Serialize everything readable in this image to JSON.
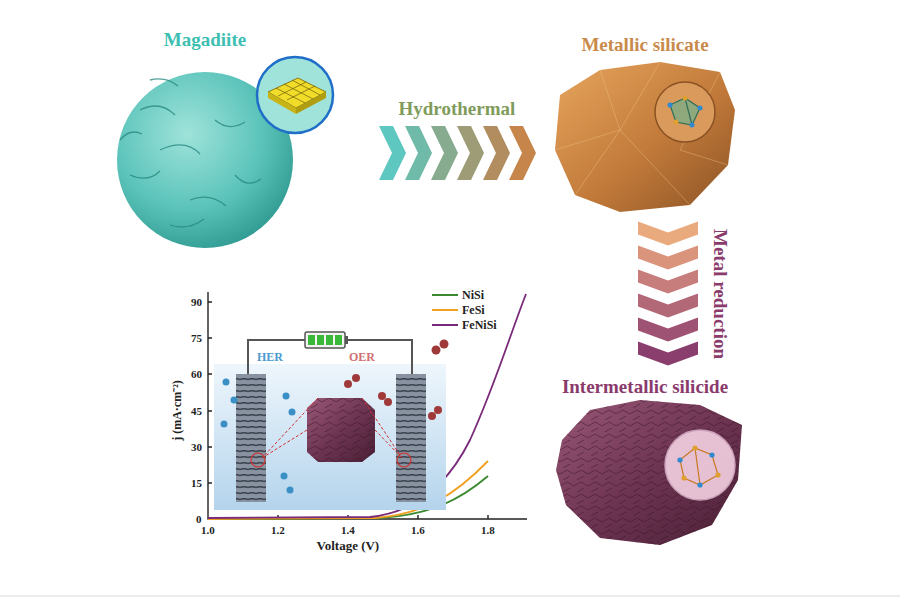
{
  "diagram": {
    "nodes": [
      {
        "text": [
          "Magadiite"
        ]
      },
      {
        "text": [
          "Metallic silicate"
        ]
      },
      {
        "text": [
          "Intermetallic silicide"
        ]
      }
    ],
    "edges": [
      {
        "from": 0,
        "to": 1,
        "arrow": "to",
        "label": "Hydrothermal"
      },
      {
        "from": 1,
        "to": 2,
        "arrow": "to",
        "label": "Metal reduction"
      }
    ],
    "labels": [
      "HER",
      "OER",
      "90",
      "75",
      "60",
      "45",
      "30",
      "15",
      "0",
      "1.0",
      "1.2",
      "1.4",
      "1.6",
      "1.8",
      "j (mA·cm⁻²)",
      "Voltage (V)"
    ],
    "legend": [
      {
        "text": "NiSi"
      },
      {
        "text": "FeSi"
      },
      {
        "text": "FeNiSi"
      }
    ]
  }
}
